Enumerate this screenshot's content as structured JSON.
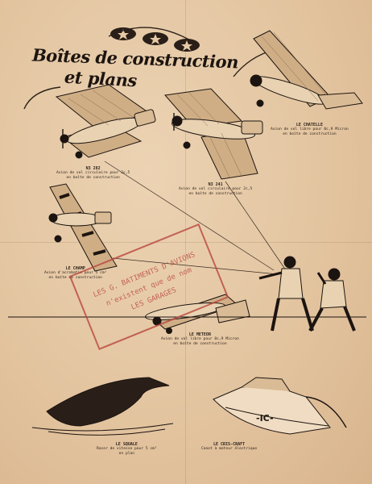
{
  "title": {
    "line1": "Boîtes de construction",
    "line2": "et plans"
  },
  "models": [
    {
      "name": "N3 282",
      "desc1": "Avion de vol circulaire pour 2c,5",
      "desc2": "en boîte de construction"
    },
    {
      "name": "N3 241",
      "desc1": "Avion de vol circulaire pour 2c,5",
      "desc2": "en boîte de construction"
    },
    {
      "name": "LE CHATELLE",
      "desc1": "Avion de vol libre pour 0c,9 Micron",
      "desc2": "en boîte de construction"
    },
    {
      "name": "LE CHAMP",
      "desc1": "Avion d'acrobatie pour 5 cm³",
      "desc2": "en boîte de construction"
    },
    {
      "name": "LE METEOR",
      "desc1": "Avion de vol libre pour 0c,9 Micron",
      "desc2": "en boîte de construction"
    },
    {
      "name": "LE SQUALE",
      "desc1": "Racer de vitesse pour 5 cm³",
      "desc2": "en plan"
    },
    {
      "name": "LE CRIS-CRAFT",
      "desc1": "Canot à moteur électrique",
      "desc2": ""
    }
  ],
  "boat_marking": "-IC-",
  "stamp": {
    "line1": "LES G. BATIMENTS D'AVIONS",
    "line2": "n'existent que de nom",
    "line3": "LES GARAGES"
  },
  "colors": {
    "paper": "#e6c9a6",
    "ink": "#1c1410",
    "stamp": "#b9483f"
  }
}
